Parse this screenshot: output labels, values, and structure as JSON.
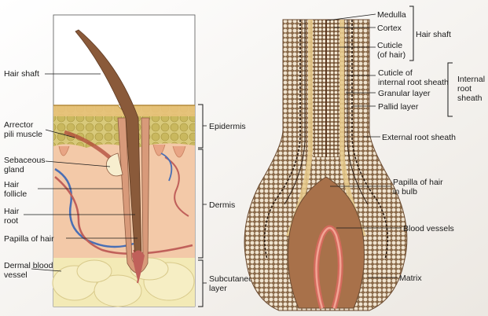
{
  "left_panel": {
    "hair_shaft": "Hair shaft",
    "arrector": [
      "Arrector",
      "pili muscle"
    ],
    "sebaceous": [
      "Sebaceous",
      "gland"
    ],
    "follicle": [
      "Hair",
      "follicle"
    ],
    "root": [
      "Hair",
      "root"
    ],
    "papilla": "Papilla of hair",
    "dermal_vessel": [
      "Dermal blood",
      "vessel"
    ],
    "epidermis": "Epidermis",
    "dermis": "Dermis",
    "subcutaneous": [
      "Subcutaneous",
      "layer"
    ]
  },
  "right_panel": {
    "medulla": "Medulla",
    "cortex": "Cortex",
    "cuticle_hair": [
      "Cuticle",
      "(of hair)"
    ],
    "hair_shaft_group": "Hair shaft",
    "cuticle_irs": [
      "Cuticle of",
      "internal root sheath"
    ],
    "granular": "Granular layer",
    "pallid": "Pallid layer",
    "irs_group": [
      "Internal",
      "root",
      "sheath"
    ],
    "ers": "External root sheath",
    "papilla_bulb": [
      "Papilla of hair",
      "in bulb"
    ],
    "vessels": "Blood vessels",
    "matrix": "Matrix"
  }
}
